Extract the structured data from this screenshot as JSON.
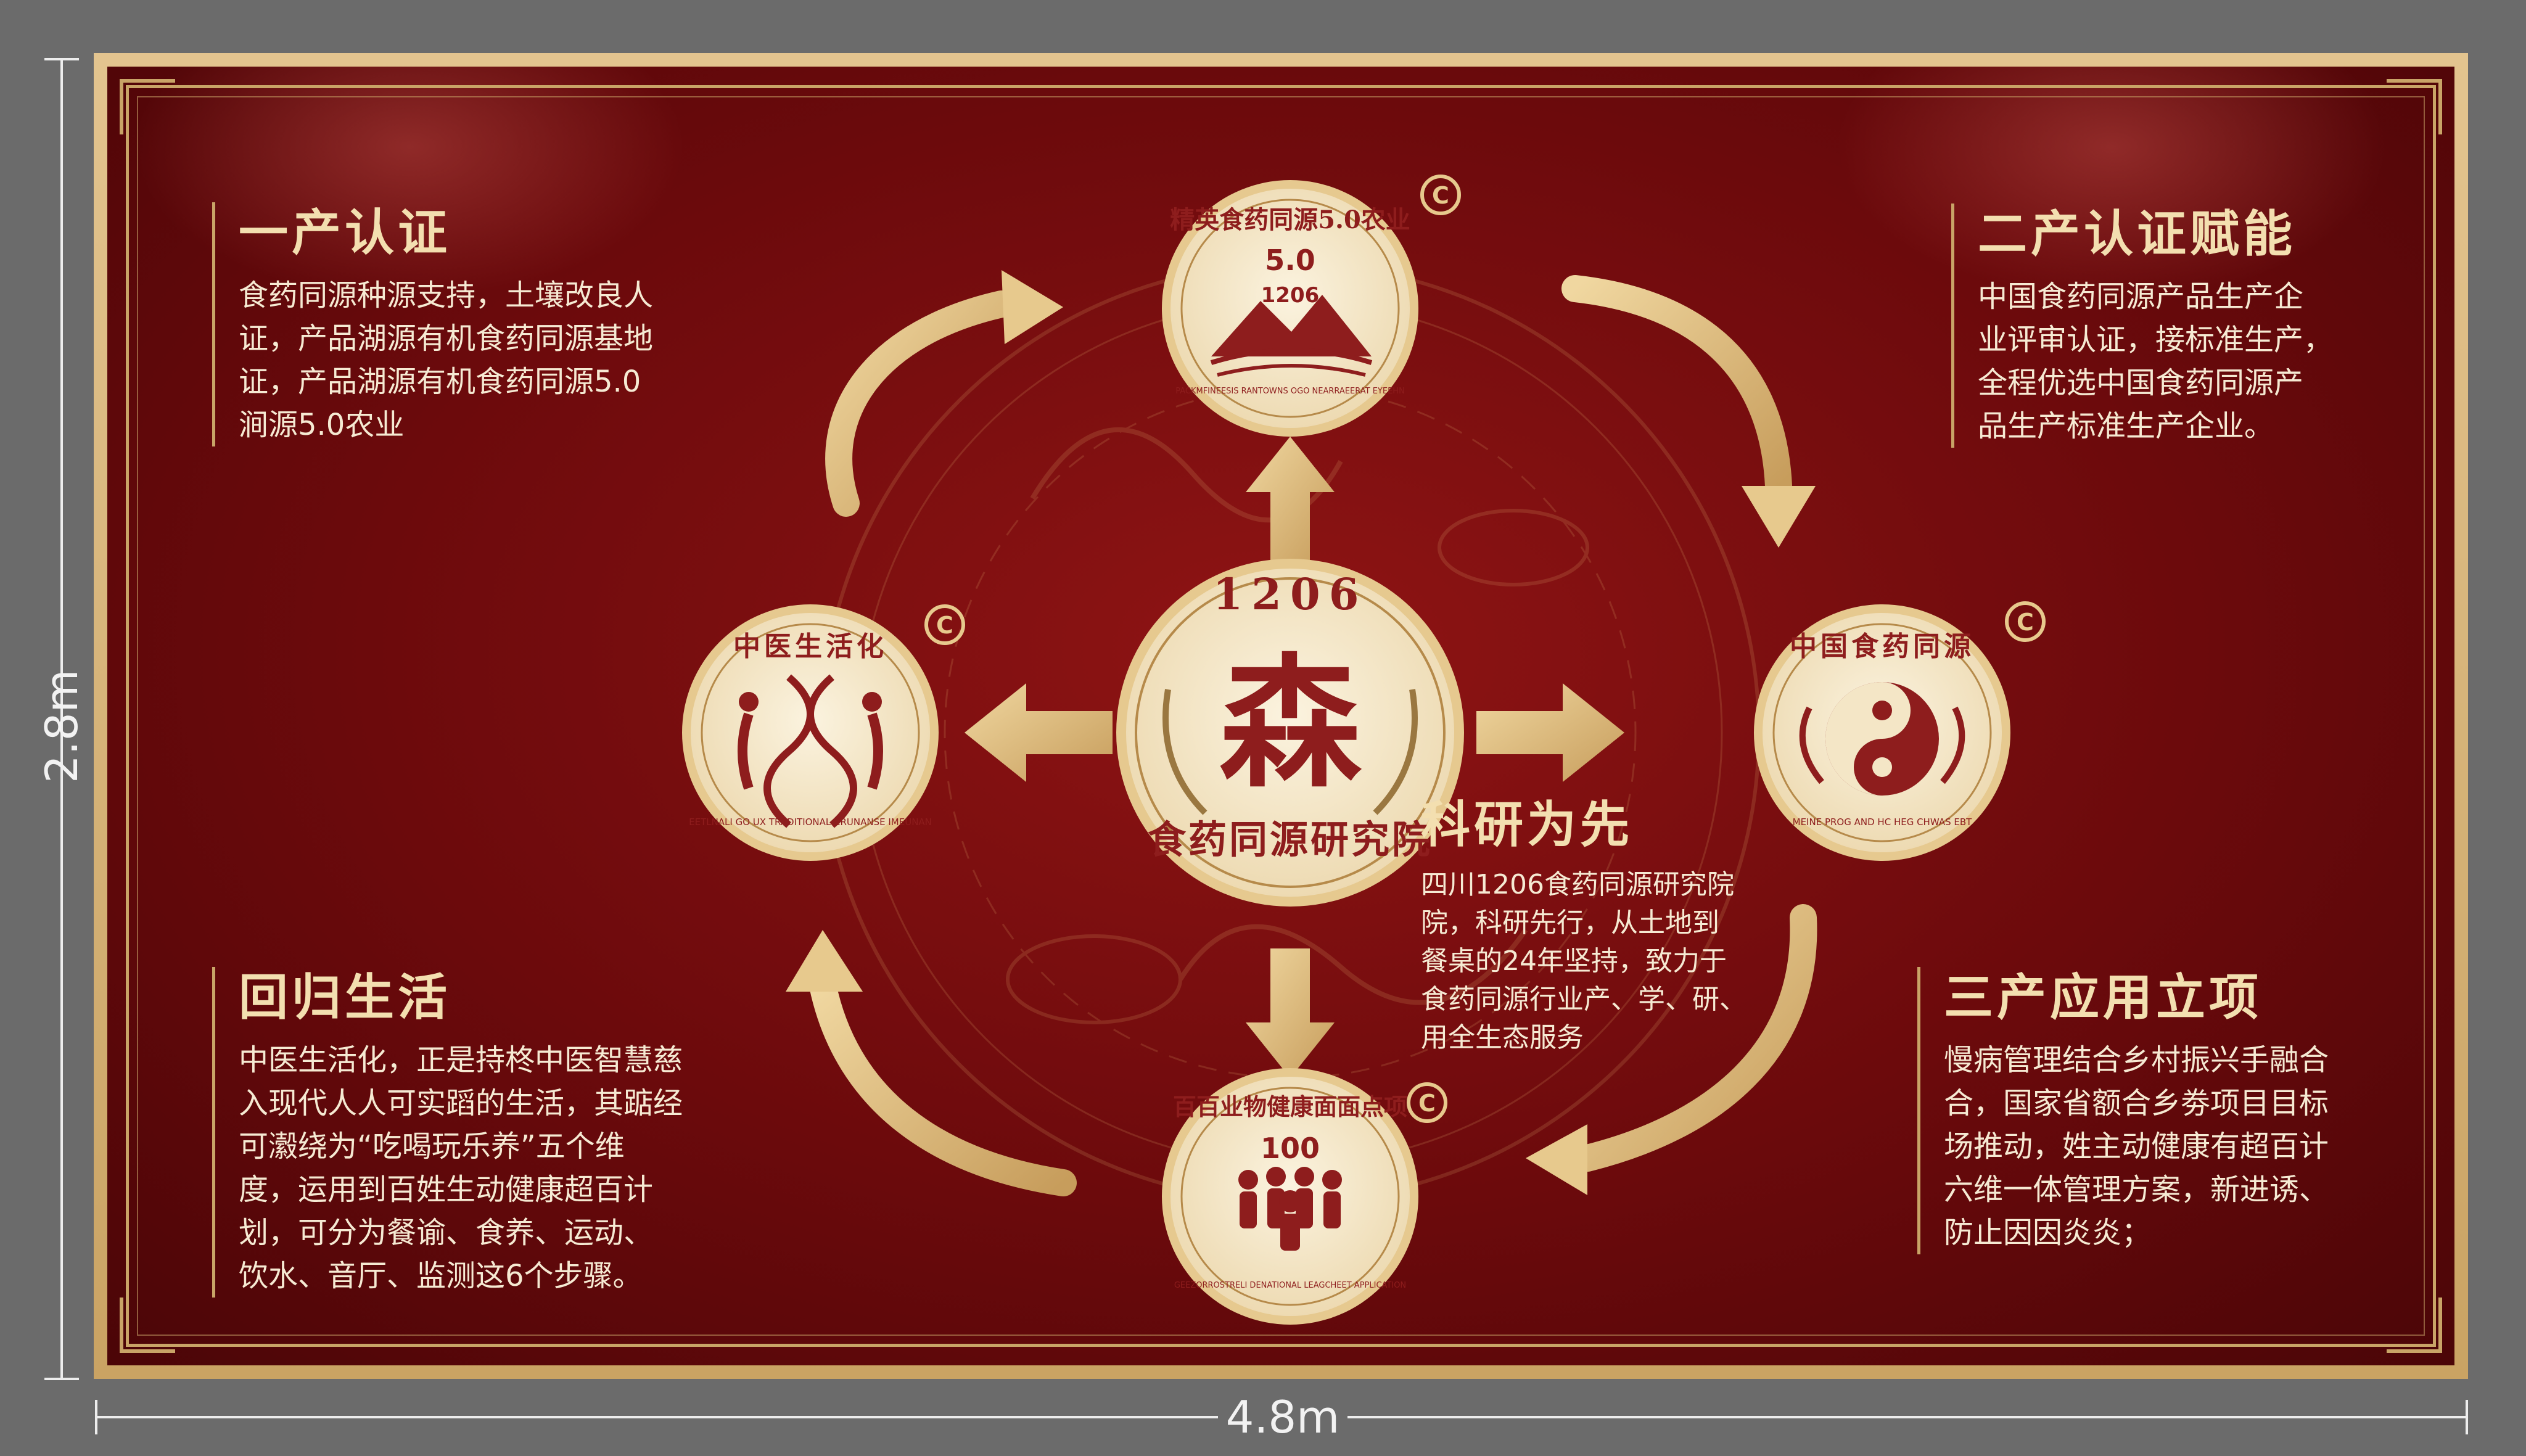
{
  "dimensions": {
    "height_label": "2.8m",
    "width_label": "4.8m"
  },
  "colors": {
    "panel_red": "#7a0d0f",
    "gold": "#d8b878",
    "cream": "#f7ecd3",
    "dark_red": "#8e1d1d"
  },
  "center_logo": {
    "number": "1206",
    "name": "食药同源研究院",
    "glyph": "森"
  },
  "medallions": {
    "top": {
      "arc_text": "精英食药同源5.0农业",
      "version": "5.0",
      "number": "1206",
      "bottom_arc": "PACKMFINEESIS RANTOWNS OGO NEARRAEERAT EYEEHN",
      "icon": "mountains-wheat-icon"
    },
    "right": {
      "arc_text": "中国食药同源",
      "bottom_arc": "MEINE PROG AND HC HEG CHWAS EBT",
      "icon": "taiji-phoenix-icon"
    },
    "left": {
      "arc_text": "中医生活化",
      "bottom_arc": "EETLNALI GO UX TRADITIONAL CRUNANSE IMEUNAN",
      "icon": "dna-people-icon"
    },
    "bottom": {
      "arc_text": "百百业物健康面面点项",
      "number": "100",
      "bottom_arc": "GEEZORROSTRELI DENATIONAL LEAGCHEET APPLICATION",
      "icon": "people-group-icon"
    },
    "copyright_mark": "C"
  },
  "sections": {
    "s1": {
      "title": "一产认证",
      "lines": [
        "食药同源种源支持，土壤改良人",
        "证，产品湖源有机食药同源基地",
        "证，产品湖源有机食药同源5.0",
        "涧源5.0农业"
      ]
    },
    "s2": {
      "title": "二产认证赋能",
      "lines": [
        "中国食药同源产品生产企",
        "业评审认证，接标准生产，",
        "全程优选中国食药同源产",
        "品生产标准生产企业。"
      ]
    },
    "s3": {
      "title": "科研为先",
      "lines": [
        "四川1206食药同源研究院",
        "院，科研先行，从土地到",
        "餐桌的24年坚持，致力于",
        "食药同源行业产、学、研、",
        "用全生态服务"
      ]
    },
    "s4": {
      "title": "回归生活",
      "lines": [
        "中医生活化，正是持柊中医智慧慈",
        "入现代人人可实蹈的生活，其踮经",
        "可瀫绕为“吃喝玩乐养”五个维",
        "度，运用到百姓生动健康超百计",
        "划，可分为餐谕、食养、运动、",
        "饮水、音厅、监测这6个步骤。"
      ]
    },
    "s5": {
      "title": "三产应用立项",
      "lines": [
        "慢病管理结合乡村振兴手融合",
        "合，国家省额合乡劵项目目标",
        "场推动，姓主动健康有超百计",
        "六维一体管理方案，新进诱、",
        "防止因因炎炎；"
      ]
    }
  }
}
